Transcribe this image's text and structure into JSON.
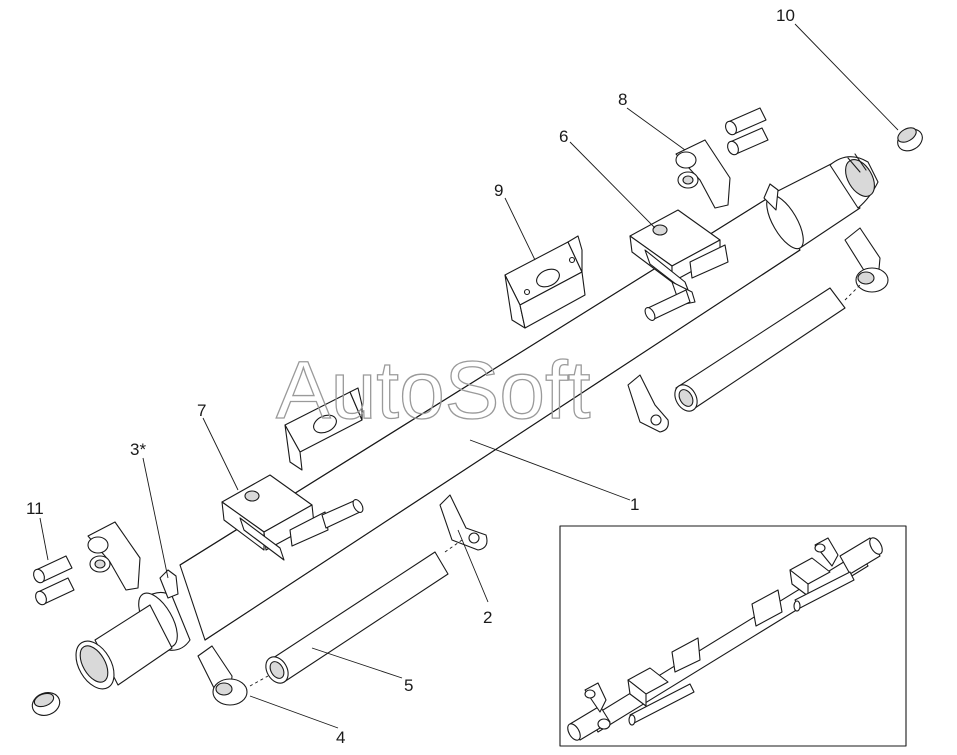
{
  "watermark": "AutoSoft",
  "callouts": {
    "c1": "1",
    "c2": "2",
    "c3": "3*",
    "c4": "4",
    "c5": "5",
    "c6": "6",
    "c7": "7",
    "c8": "8",
    "c9": "9",
    "c10": "10",
    "c11": "11"
  }
}
